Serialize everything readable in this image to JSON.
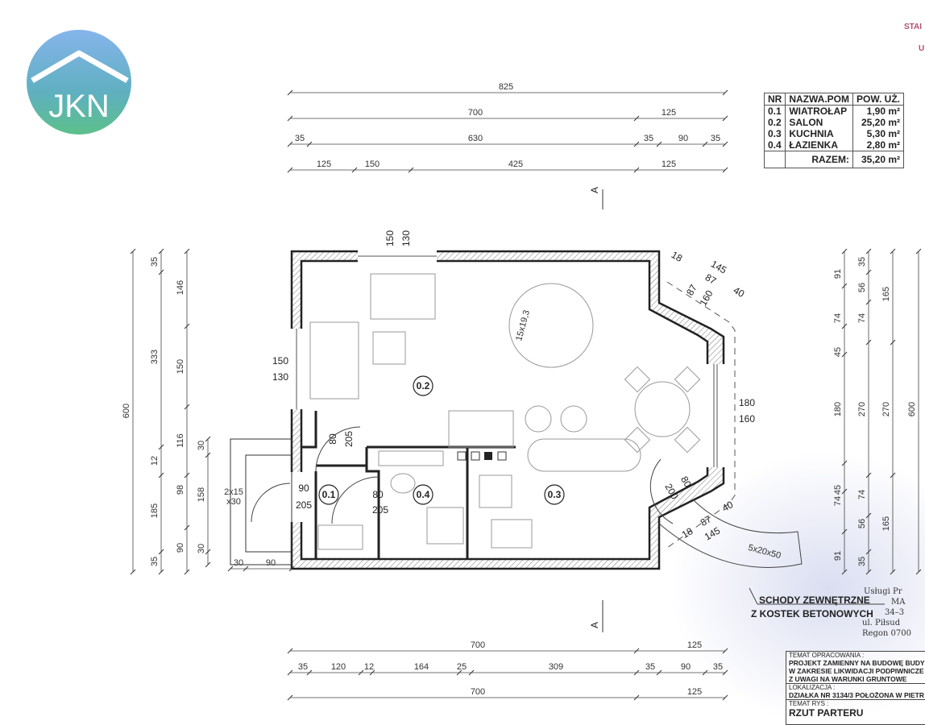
{
  "logo": {
    "text": "JKN",
    "colors": {
      "top": "#7fb6ea",
      "bottom": "#5fbf8e"
    }
  },
  "corner_text": {
    "top_red": "STAI",
    "second_red": "U"
  },
  "room_table": {
    "headers": [
      "NR",
      "NAZWA.POM",
      "POW. UŻ."
    ],
    "rows": [
      {
        "nr": "0.1",
        "name": "WIATROŁAP",
        "area": "1,90 m²"
      },
      {
        "nr": "0.2",
        "name": "SALON",
        "area": "25,20 m²"
      },
      {
        "nr": "0.3",
        "name": "KUCHNIA",
        "area": "5,30 m²"
      },
      {
        "nr": "0.4",
        "name": "ŁAZIENKA",
        "area": "2,80 m²"
      }
    ],
    "total_label": "RAZEM:",
    "total_value": "35,20 m²"
  },
  "rooms": [
    "0.2",
    "0.1",
    "0.4",
    "0.3"
  ],
  "section_marker": "A",
  "dimensions": {
    "top": [
      [
        "825"
      ],
      [
        "700",
        "125"
      ],
      [
        "35",
        "630",
        "35",
        "90",
        "35"
      ],
      [
        "125",
        "150",
        "425",
        "125"
      ]
    ],
    "bottom": [
      [
        "700",
        "125"
      ],
      [
        "35",
        "120",
        "12",
        "164",
        "25",
        "309",
        "35",
        "90",
        "35"
      ],
      [
        "700",
        "125"
      ]
    ],
    "left": [
      [
        "600"
      ],
      [
        "35",
        "333",
        "12",
        "185",
        "35"
      ],
      [
        "146",
        "150",
        "116",
        "98",
        "90"
      ],
      [
        "30",
        "158",
        "30"
      ]
    ],
    "right": [
      [
        "91",
        "74",
        "45",
        "180",
        "45",
        "74",
        "91"
      ],
      [
        "35",
        "56",
        "74",
        "270",
        "74",
        "56",
        "35"
      ],
      [
        "165",
        "270",
        "165"
      ],
      [
        "600"
      ]
    ],
    "entry_bottom": [
      "30",
      "90"
    ]
  },
  "openings": {
    "top_window": [
      "150",
      "130"
    ],
    "left_window": [
      "150",
      "130"
    ],
    "entry_steps": [
      "2x15",
      "x30"
    ],
    "entry_door": [
      "90",
      "205"
    ],
    "inner_door_1": [
      "80",
      "205"
    ],
    "inner_door_2": [
      "80",
      "205"
    ],
    "bay_window": [
      "180",
      "160"
    ],
    "bay_diag_window": [
      "87",
      "160"
    ],
    "bay_door": [
      "80",
      "200"
    ],
    "bay_top_dims": [
      "18",
      "145",
      "87",
      "40"
    ],
    "bay_bottom_dims": [
      "18",
      "87",
      "145",
      "40"
    ],
    "ext_stairs": "5x20x50",
    "spiral_stairs": "15x19,3"
  },
  "notes": {
    "stairs_line1": "SCHODY ZEWNĘTRZNE",
    "stairs_line2": "Z KOSTEK BETONOWYCH"
  },
  "stamp": [
    "Usługi Pr",
    "MA",
    "34–3",
    "ul. Piłsud",
    "Regon 0700"
  ],
  "title_block": {
    "subject_label": "TEMAT OPRACOWANIA :",
    "subject_lines": [
      "PROJEKT ZAMIENNY NA BUDOWĘ BUDY",
      "W ZAKRESIE LIKWIDACJI PODPIWNICZE",
      "Z UWAGI NA WARUNKI GRUNTOWE"
    ],
    "location_label": "LOKALIZACJA :",
    "location_value": "DZIAŁKA NR  3134/3   POŁOŻONA W PIETR",
    "drawing_label": "TEMAT RYS :",
    "drawing_value": "RZUT PARTERU"
  }
}
